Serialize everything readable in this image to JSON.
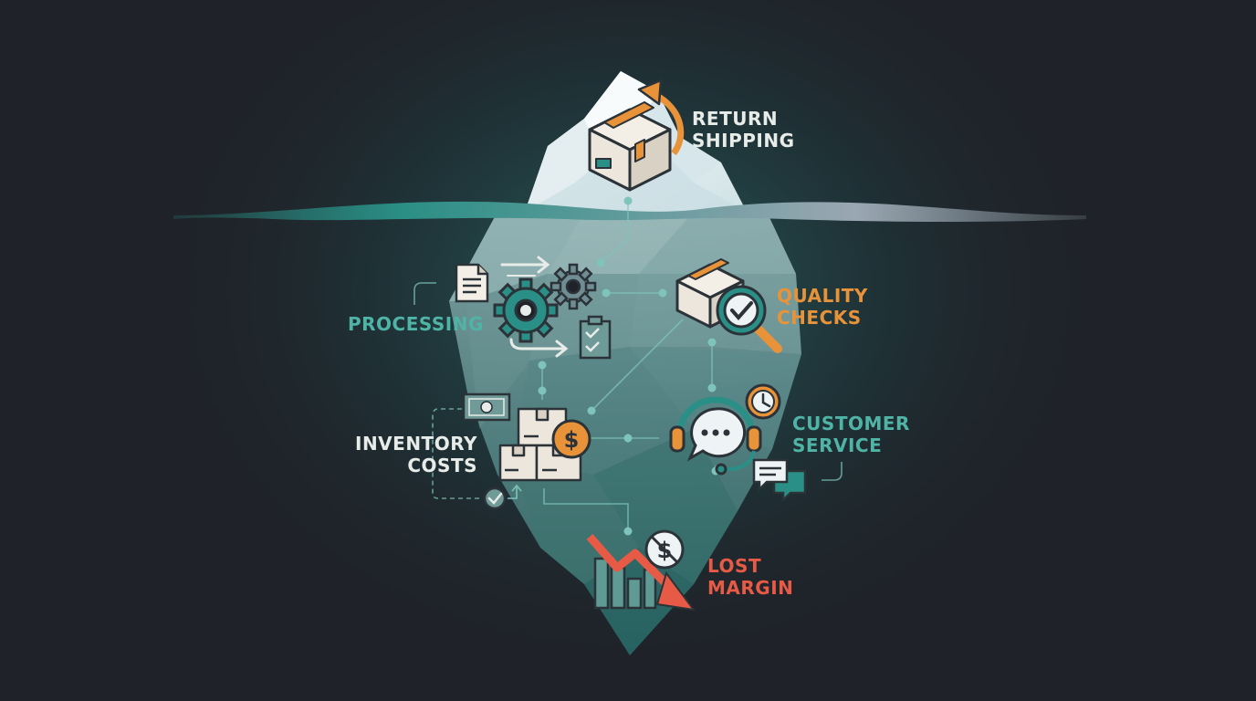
{
  "colors": {
    "background": "#1f2329",
    "teal": "#2a8f86",
    "teal_label": "#4fb3a6",
    "orange": "#e8933a",
    "red": "#e65a46",
    "ice_top": "#eef3f5",
    "ice_under": "#5f8a8c",
    "outline": "#2b3238",
    "cream": "#ece6dc",
    "light_text": "#e8ece9"
  },
  "labels": {
    "return_shipping": {
      "line1": "RETURN",
      "line2": "SHIPPING"
    },
    "quality_checks": {
      "line1": "QUALITY",
      "line2": "CHECKS"
    },
    "processing": {
      "line1": "PROCESSING"
    },
    "customer_service": {
      "line1": "CUSTOMER",
      "line2": "SERVICE"
    },
    "inventory_costs": {
      "line1": "INVENTORY",
      "line2": "COSTS"
    },
    "lost_margin": {
      "line1": "LOST",
      "line2": "MARGIN"
    }
  },
  "icons": [
    "box-return-icon",
    "document-icon",
    "arrow-right-icon",
    "gear-icon",
    "checklist-icon",
    "box-inspect-icon",
    "magnifier-check-icon",
    "cash-icon",
    "stacked-boxes-icon",
    "dollar-coin-icon",
    "headset-chat-icon",
    "clock-icon",
    "chat-bubbles-icon",
    "check-circle-icon",
    "declining-chart-icon",
    "no-dollar-icon"
  ]
}
